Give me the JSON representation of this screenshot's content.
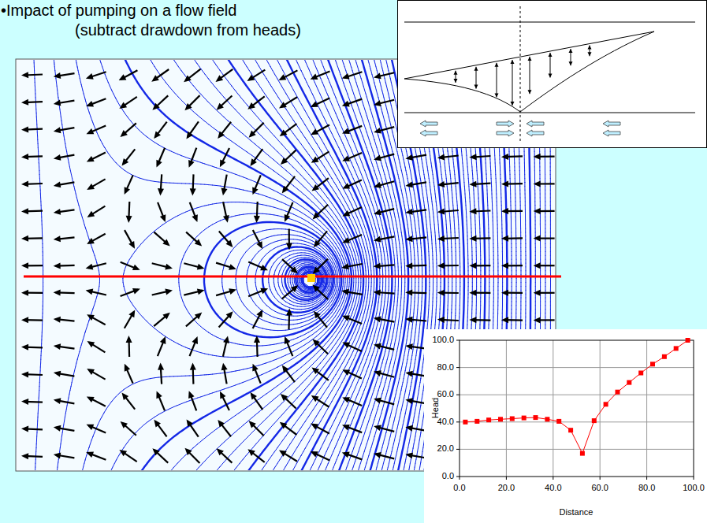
{
  "diagram": {
    "title": "•Impact of pumping on a flow field",
    "labels": [
      "(subtract drawdown from heads)",
      "100.0",
      "80.0",
      "60.0",
      "40.0",
      "20.0",
      "0.0",
      "0.0",
      "20.0",
      "40.0",
      "60.0",
      "80.0",
      "100.0",
      "Head",
      "Distance"
    ]
  }
}
